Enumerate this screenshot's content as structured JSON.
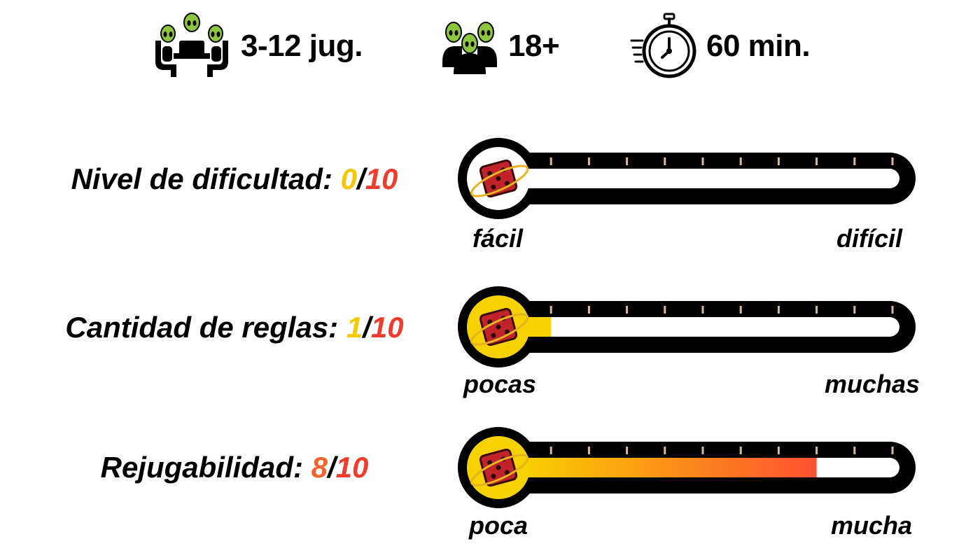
{
  "stats": [
    {
      "icon": "alien-players-table-icon",
      "text": "3-12 jug."
    },
    {
      "icon": "alien-group-icon",
      "text": "18+"
    },
    {
      "icon": "stopwatch-icon",
      "text": "60 min."
    }
  ],
  "ratings": [
    {
      "label": "Nivel de dificultad: ",
      "value": "0",
      "sep": "/",
      "max": "10",
      "fill": 0,
      "value_color": "#f5c800",
      "min_label": "fácil",
      "max_label": "difícil"
    },
    {
      "label": "Cantidad de reglas: ",
      "value": "1",
      "sep": "/",
      "max": "10",
      "fill": 1,
      "value_color": "#f5c800",
      "min_label": "pocas",
      "max_label": "muchas"
    },
    {
      "label": "Rejugabilidad: ",
      "value": "8",
      "sep": "/",
      "max": "10",
      "fill": 8,
      "value_color": "#f4622e",
      "min_label": "poca",
      "max_label": "mucha"
    }
  ],
  "colors": {
    "max": "#f03c2e",
    "yellow": "#f8d200",
    "orange_red": "#ff5030",
    "tick": "#d9b99b"
  }
}
